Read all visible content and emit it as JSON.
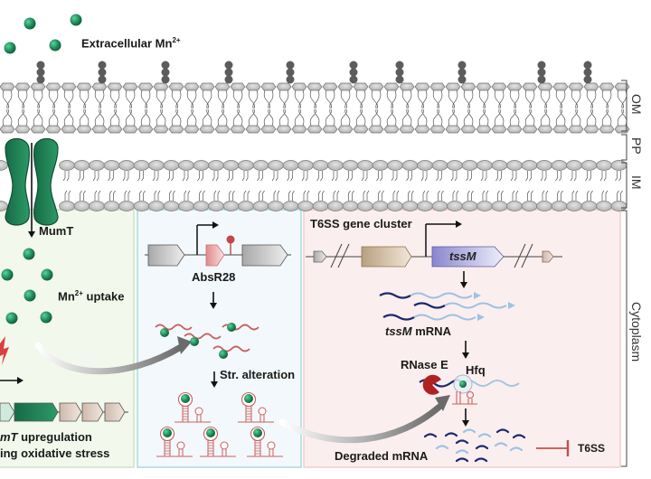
{
  "extracellular_label": "Extracellular Mn",
  "extracellular_sup": "2+",
  "side_labels": {
    "om": "OM",
    "pp": "PP",
    "im": "IM",
    "cytoplasm": "Cytoplasm"
  },
  "panel_left": {
    "transporter_label": "MumT",
    "uptake_label": "Mn",
    "uptake_sup": "2+",
    "uptake_suffix": " uptake",
    "caption_line1_italic": "mT",
    "caption_line1_rest": " upregulation",
    "caption_line2": "ing oxidative stress"
  },
  "panel_middle": {
    "srna_label": "AbsR28",
    "structure_label": "Str. alteration"
  },
  "panel_right": {
    "cluster_label": "T6SS gene cluster",
    "gene_label": "tssM",
    "mrna_label_italic": "tssM",
    "mrna_label_rest": " mRNA",
    "rnase_label": "RNase E",
    "hfq_label": "Hfq",
    "degraded_label": "Degraded mRNA",
    "target_label": "T6SS"
  },
  "colors": {
    "mn_ion": "#1f8a5a",
    "transporter": "#1f7a55",
    "panel_left_bg": "#f3f8ec",
    "panel_middle_bg": "#f3f8fc",
    "panel_right_bg": "#fbeeee",
    "srna": "#c9605e",
    "mrna_dark": "#1c2a6e",
    "mrna_light": "#9cc3e3",
    "rnase": "#b02020",
    "inhibit": "#c0504d"
  }
}
